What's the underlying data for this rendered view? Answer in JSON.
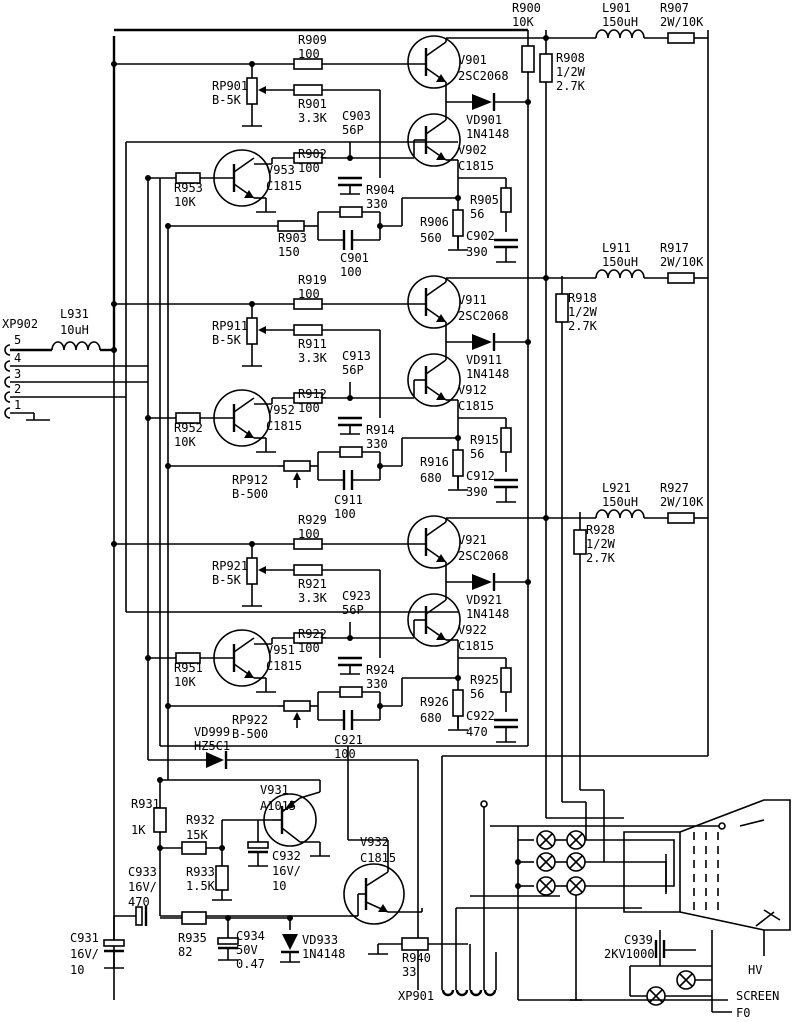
{
  "channels": [
    {
      "ch_id": "1",
      "labels": {
        "r_top": "R909",
        "r_top_v": "100",
        "q_out": "V901",
        "q_out_t": "2SC2068",
        "l": "L901",
        "l_v": "150uH",
        "r_out": "R907",
        "r_out_v": "2W/10K",
        "r_coll": "R908",
        "r_coll_p": "1/2W",
        "r_coll_v": "2.7K",
        "rp": "RP901",
        "rp_v": "B-5K",
        "r_mid": "R901",
        "r_mid_v": "3.3K",
        "c_a": "C903",
        "c_a_v": "56P",
        "d": "VD901",
        "d_t": "1N4148",
        "q_mid": "V902",
        "q_mid_t": "C1815",
        "r_in": "R902",
        "r_in_v": "100",
        "q_in": "V953",
        "q_in_t": "C1815",
        "r_base": "R953",
        "r_base_v": "10K",
        "r_par": "R904",
        "r_par_v": "330",
        "r_em": "R905",
        "r_em_v": "56",
        "r_gnd": "R906",
        "r_gnd_v": "560",
        "c_gnd": "C902",
        "c_gnd_v": "390",
        "r_fb": "R903",
        "r_fb_v": "150",
        "c_fb": "C901",
        "c_fb_v": "100",
        "rp2": "",
        "rp2_v": ""
      }
    },
    {
      "ch_id": "2",
      "labels": {
        "r_top": "R919",
        "r_top_v": "100",
        "q_out": "V911",
        "q_out_t": "2SC2068",
        "l": "L911",
        "l_v": "150uH",
        "r_out": "R917",
        "r_out_v": "2W/10K",
        "r_coll": "R918",
        "r_coll_p": "1/2W",
        "r_coll_v": "2.7K",
        "rp": "RP911",
        "rp_v": "B-5K",
        "r_mid": "R911",
        "r_mid_v": "3.3K",
        "c_a": "C913",
        "c_a_v": "56P",
        "d": "VD911",
        "d_t": "1N4148",
        "q_mid": "V912",
        "q_mid_t": "C1815",
        "r_in": "R912",
        "r_in_v": "100",
        "q_in": "V952",
        "q_in_t": "C1815",
        "r_base": "R952",
        "r_base_v": "10K",
        "r_par": "R914",
        "r_par_v": "330",
        "r_em": "R915",
        "r_em_v": "56",
        "r_gnd": "R916",
        "r_gnd_v": "680",
        "c_gnd": "C912",
        "c_gnd_v": "390",
        "r_fb": "",
        "r_fb_v": "",
        "c_fb": "C911",
        "c_fb_v": "100",
        "rp2": "RP912",
        "rp2_v": "B-500"
      }
    },
    {
      "ch_id": "3",
      "labels": {
        "r_top": "R929",
        "r_top_v": "100",
        "q_out": "V921",
        "q_out_t": "2SC2068",
        "l": "L921",
        "l_v": "150uH",
        "r_out": "R927",
        "r_out_v": "2W/10K",
        "r_coll": "R928",
        "r_coll_p": "1/2W",
        "r_coll_v": "2.7K",
        "rp": "RP921",
        "rp_v": "B-5K",
        "r_mid": "R921",
        "r_mid_v": "3.3K",
        "c_a": "C923",
        "c_a_v": "56P",
        "d": "VD921",
        "d_t": "1N4148",
        "q_mid": "V922",
        "q_mid_t": "C1815",
        "r_in": "R922",
        "r_in_v": "100",
        "q_in": "V951",
        "q_in_t": "C1815",
        "r_base": "R951",
        "r_base_v": "10K",
        "r_par": "R924",
        "r_par_v": "330",
        "r_em": "R925",
        "r_em_v": "56",
        "r_gnd": "R926",
        "r_gnd_v": "680",
        "c_gnd": "C922",
        "c_gnd_v": "470",
        "r_fb": "",
        "r_fb_v": "",
        "c_fb": "C921",
        "c_fb_v": "100",
        "rp2": "RP922",
        "rp2_v": "B-500"
      }
    }
  ],
  "misc": {
    "r900": "R900",
    "r900_v": "10K",
    "xp902": "XP902",
    "l931": "L931",
    "l931_v": "10uH",
    "pin5": "5",
    "pin4": "4",
    "pin3": "3",
    "pin2": "2",
    "pin1": "1",
    "vd999": "VD999",
    "vd999_t": "HZ5C1",
    "v931": "V931",
    "v931_t": "A1015",
    "r931": "R931",
    "r931_v": "1K",
    "r932": "R932",
    "r932_v": "15K",
    "r933": "R933",
    "r933_v": "1.5K",
    "c932": "C932",
    "c932_v1": "16V/",
    "c932_v2": "10",
    "c933": "C933",
    "c933_v1": "16V/",
    "c933_v2": "470",
    "v932": "V932",
    "v932_t": "C1815",
    "c931": "C931",
    "c931_v1": "16V/",
    "c931_v2": "10",
    "r935": "R935",
    "r935_v": "82",
    "c934": "C934",
    "c934_v1": "50V",
    "c934_v2": "0.47",
    "vd933": "VD933",
    "vd933_t": "1N4148",
    "r940": "R940",
    "r940_v": "33",
    "xp901": "XP901",
    "c939": "C939",
    "c939_v": "2KV1000",
    "hv": "HV",
    "screen": "SCREEN",
    "f0": "F0"
  }
}
